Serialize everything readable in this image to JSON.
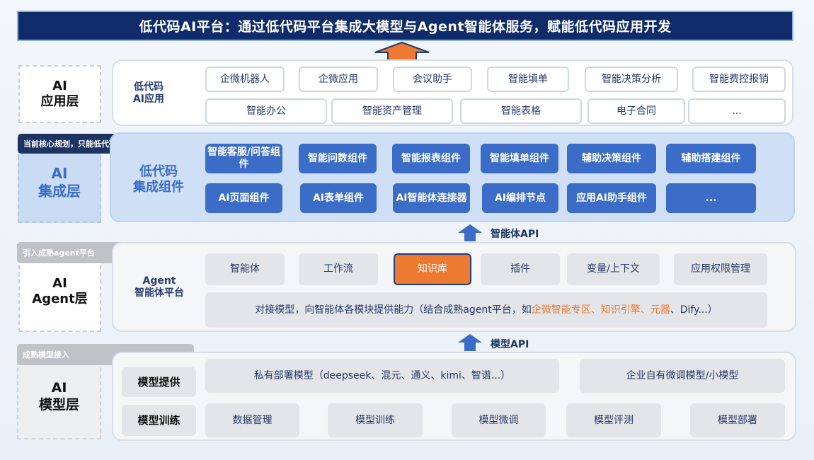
{
  "title": "低代码AI平台：通过低代码平台集成大模型与Agent智能体服务，赋能低代码应用开发",
  "app_layer": {
    "label_line1": "AI",
    "label_line2": "应用层",
    "sub_line1": "低代码",
    "sub_line2": "AI应用",
    "row1": [
      "企微机器人",
      "企微应用",
      "会议助手",
      "智能填单",
      "智能决策分析",
      "智能费控报销"
    ],
    "row2": [
      "智能办公",
      "智能资产管理",
      "智能表格",
      "电子合同",
      "..."
    ]
  },
  "integration_layer": {
    "tag": "当前核心规划，只能低代码平台干",
    "label_line1": "AI",
    "label_line2": "集成层",
    "sub_line1": "低代码",
    "sub_line2": "集成组件",
    "row1": [
      "智能客服/问答组件",
      "智能问数组件",
      "智能报表组件",
      "智能填单组件",
      "辅助决策组件",
      "辅助搭建组件"
    ],
    "row2": [
      "AI页面组件",
      "AI表单组件",
      "AI智能体连接器",
      "AI编排节点",
      "应用AI助手组件",
      "..."
    ],
    "api_label": "智能体API"
  },
  "agent_layer": {
    "tag": "引入成熟agent平台",
    "label_line1": "AI",
    "label_line2": "Agent层",
    "sub_line1": "Agent",
    "sub_line2": "智能体平台",
    "row1": [
      "智能体",
      "工作流",
      "知识库",
      "插件",
      "变量/上下文",
      "应用权限管理"
    ],
    "desc_prefix": "对接模型，向智能体各模块提供能力（结合成熟agent平台，如",
    "desc_highlight": "企微智能专区、知识引擎、元器",
    "desc_suffix": "、Dify...）",
    "api_label": "模型API"
  },
  "model_layer": {
    "tag": "成熟模型接入",
    "label_line1": "AI",
    "label_line2": "模型层",
    "provide_label": "模型提供",
    "provide_items": [
      "私有部署模型（deepseek、混元、通义、kimi、智谱...）",
      "企业自有微调模型/小模型"
    ],
    "train_label": "模型训练",
    "train_items": [
      "数据管理",
      "模型训练",
      "模型微调",
      "模型评测",
      "模型部署"
    ]
  },
  "colors": {
    "title_bg": "#0f2b6a",
    "component_blue": "#3a6cc8",
    "highlight_orange": "#ee7a31",
    "arrow_blue": "#3a6cc8"
  }
}
